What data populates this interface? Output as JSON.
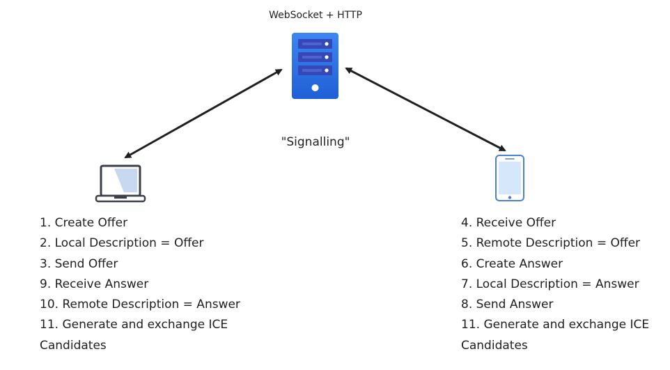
{
  "server": {
    "label": "WebSocket + HTTP",
    "icon": "server-icon",
    "color": "#2f6ee8"
  },
  "signalling_label": "\"Signalling\"",
  "peer_a": {
    "icon": "laptop-icon",
    "steps": [
      "1. Create Offer",
      "2. Local Description = Offer",
      "3. Send Offer",
      "9. Receive Answer",
      "10. Remote Description = Answer",
      "11. Generate and exchange ICE Candidates"
    ]
  },
  "peer_b": {
    "icon": "smartphone-icon",
    "steps": [
      "4. Receive Offer",
      "5. Remote Description = Offer",
      "6. Create Answer",
      "7. Local Description = Answer",
      "8. Send Answer",
      "11. Generate and exchange ICE Candidates"
    ]
  }
}
